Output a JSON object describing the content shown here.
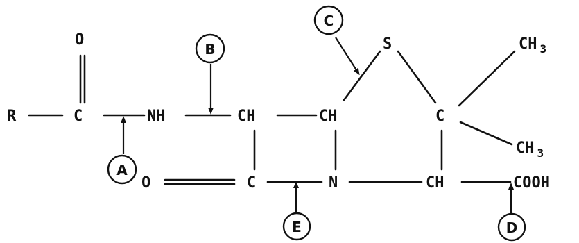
{
  "atoms": {
    "r": "R",
    "c_carbonyl": "C",
    "o_top": "O",
    "nh": "NH",
    "ch_alpha": "CH",
    "ch_ring": "CH",
    "s": "S",
    "c_gem": "C",
    "ch3_top": "CH",
    "ch3_top_sub": "3",
    "ch3_bottom": "CH",
    "ch3_bottom_sub": "3",
    "o_lactam": "O",
    "c_lactam": "C",
    "n": "N",
    "ch_cooh": "CH",
    "cooh": "COOH"
  },
  "callouts": {
    "a": "A",
    "b": "B",
    "c": "C",
    "d": "D",
    "e": "E"
  }
}
